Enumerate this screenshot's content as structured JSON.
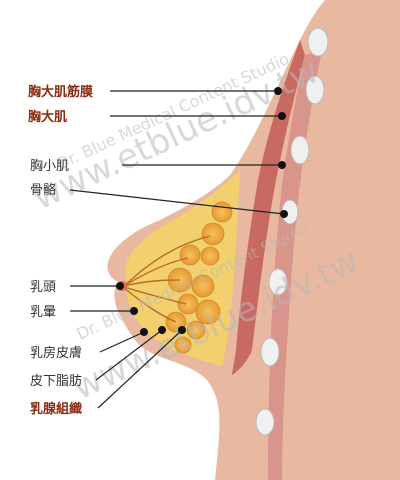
{
  "labels": {
    "pectoral_fascia": "胸大肌筋膜",
    "pectoralis_major": "胸大肌",
    "pectoralis_minor": "胸小肌",
    "bone": "骨骼",
    "nipple": "乳頭",
    "areola": "乳暈",
    "breast_skin": "乳房皮膚",
    "subcutaneous_fat": "皮下脂肪",
    "glandular_tissue": "乳腺組織"
  },
  "watermark": {
    "studio": "Dr. Blue Medical Content Studio",
    "url": "www.etblue.idv.tw"
  },
  "colors": {
    "label_bold": "#8a2a10",
    "label_normal": "#333333",
    "skin": "#e8b8a0",
    "fat": "#f2d06e",
    "muscle_major": "#c96a62",
    "muscle_minor": "#d9948c",
    "gland": "#f0b04a"
  }
}
